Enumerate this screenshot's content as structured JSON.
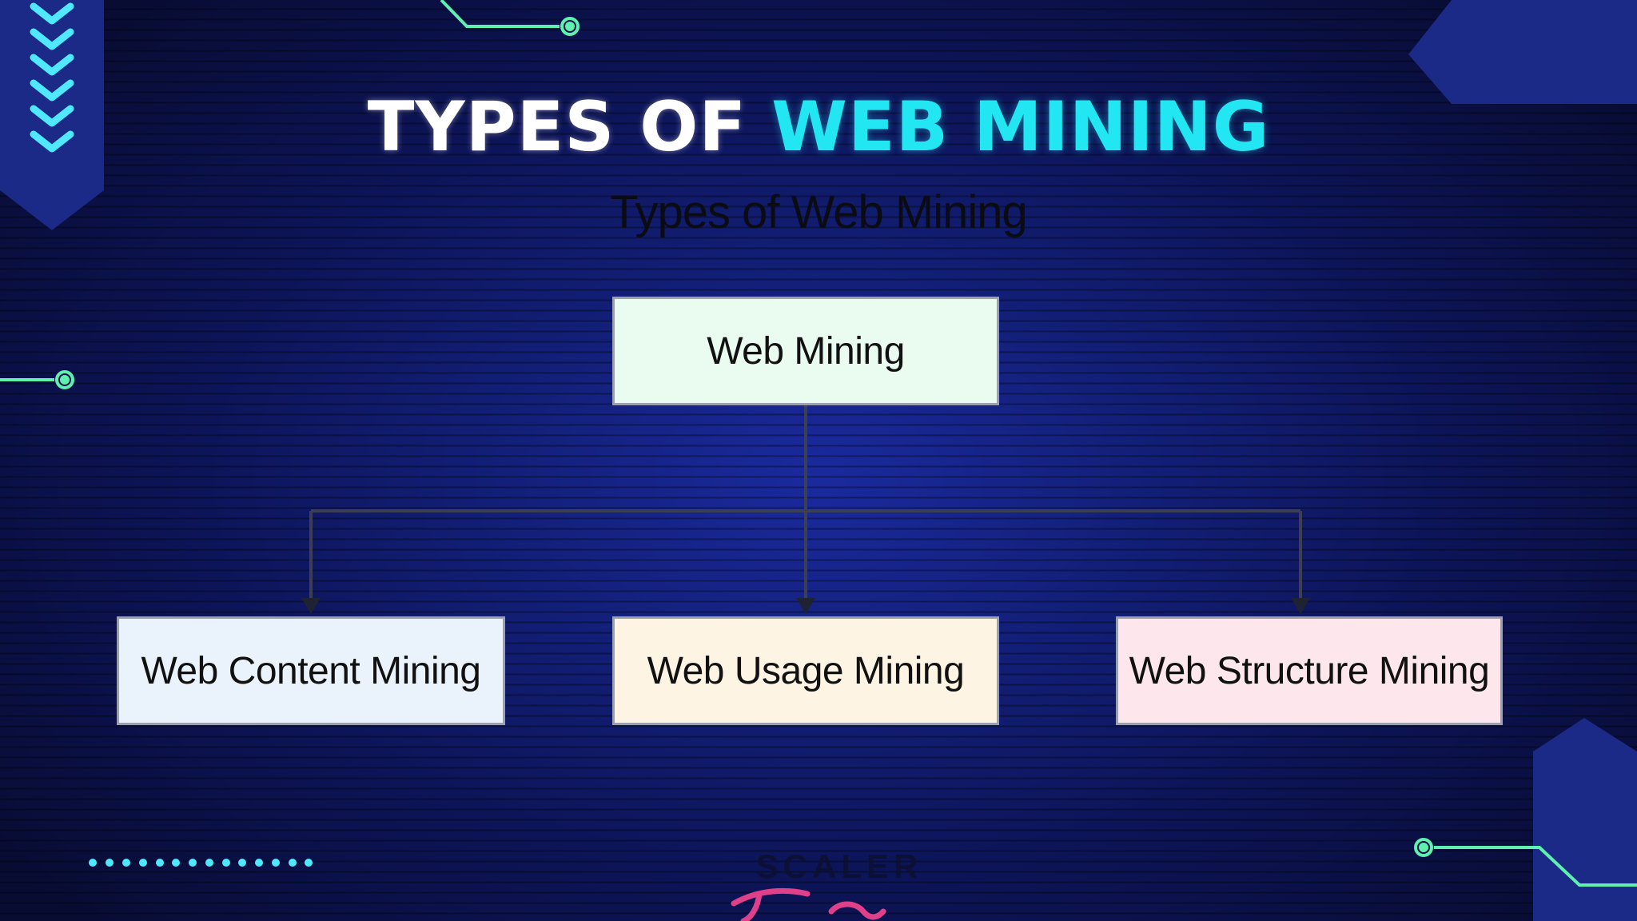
{
  "title": {
    "part1": "TYPES OF ",
    "part2": "WEB MINING"
  },
  "subtitle": "Types of Web Mining",
  "diagram": {
    "root": "Web Mining",
    "children": [
      "Web Content Mining",
      "Web Usage Mining",
      "Web Structure Mining"
    ]
  },
  "watermark": {
    "brand": "SCALER"
  },
  "colors": {
    "background": "#13207a",
    "title_accent": "#22e6f2",
    "deco_line": "#5ff0b0",
    "deco_chevron": "#4fe8ff",
    "root_fill": "#eafcef",
    "content_fill": "#eaf3fc",
    "usage_fill": "#fdf4e4",
    "structure_fill": "#fde7ec"
  }
}
